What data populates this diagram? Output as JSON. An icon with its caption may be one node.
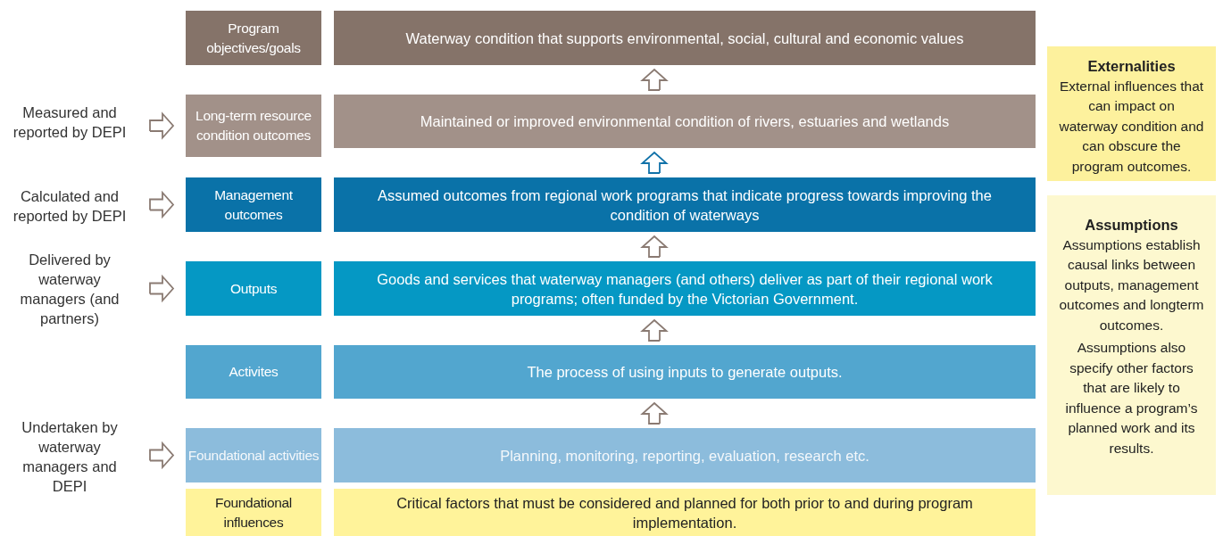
{
  "diagram": {
    "nodes": [
      {
        "text": [
          "Program objectives/goals"
        ]
      },
      {
        "text": [
          "Waterway condition that supports environmental, social, cultural and economic values"
        ]
      },
      {
        "text": [
          "Externalities",
          "External influences that can impact on waterway condition and can obscure the program outcomes."
        ]
      },
      {
        "text": [
          "Measured and reported by DEPI"
        ]
      },
      {
        "text": [
          "Long-term resource condition outcomes"
        ]
      },
      {
        "text": [
          "Maintained or improved environmental condition of rivers, estuaries and wetlands"
        ]
      },
      {
        "text": [
          "Assumptions",
          "Assumptions establish causal links between outputs, management outcomes and longterm outcomes.",
          "Assumptions also specify other factors that are likely to influence a program’s planned work and its results."
        ]
      },
      {
        "text": [
          "Calculated and reported by DEPI"
        ]
      },
      {
        "text": [
          "Management outcomes"
        ]
      },
      {
        "text": [
          "Assumed outcomes from regional work programs that indicate progress towards improving the condition of waterways"
        ]
      },
      {
        "text": [
          "Delivered by waterway managers (and partners)"
        ]
      },
      {
        "text": [
          "Outputs"
        ]
      },
      {
        "text": [
          "Goods and services that waterway managers (and others) deliver as part of their regional work programs; often funded by the Victorian Government."
        ]
      },
      {
        "text": [
          "Activites"
        ]
      },
      {
        "text": [
          "The process of using inputs to generate outputs."
        ]
      },
      {
        "text": [
          "Undertaken by waterway managers and DEPI"
        ]
      },
      {
        "text": [
          "Foundational activities"
        ]
      },
      {
        "text": [
          "Planning, monitoring, reporting, evaluation, research etc."
        ]
      },
      {
        "text": [
          "Foundational influences"
        ]
      },
      {
        "text": [
          "Critical factors that must be considered and planned for both prior to and during program implementation."
        ]
      }
    ],
    "edges": [
      {
        "from": 3,
        "to": 4,
        "arrow": "to"
      },
      {
        "from": 5,
        "to": 1,
        "arrow": "to"
      },
      {
        "from": 7,
        "to": 8,
        "arrow": "to"
      },
      {
        "from": 9,
        "to": 5,
        "arrow": "to",
        "color": "#1172a9"
      },
      {
        "from": 10,
        "to": 11,
        "arrow": "to"
      },
      {
        "from": 12,
        "to": 9,
        "arrow": "to"
      },
      {
        "from": 14,
        "to": 12,
        "arrow": "to"
      },
      {
        "from": 15,
        "to": 16,
        "arrow": "to"
      },
      {
        "from": 17,
        "to": 14,
        "arrow": "to"
      }
    ]
  }
}
